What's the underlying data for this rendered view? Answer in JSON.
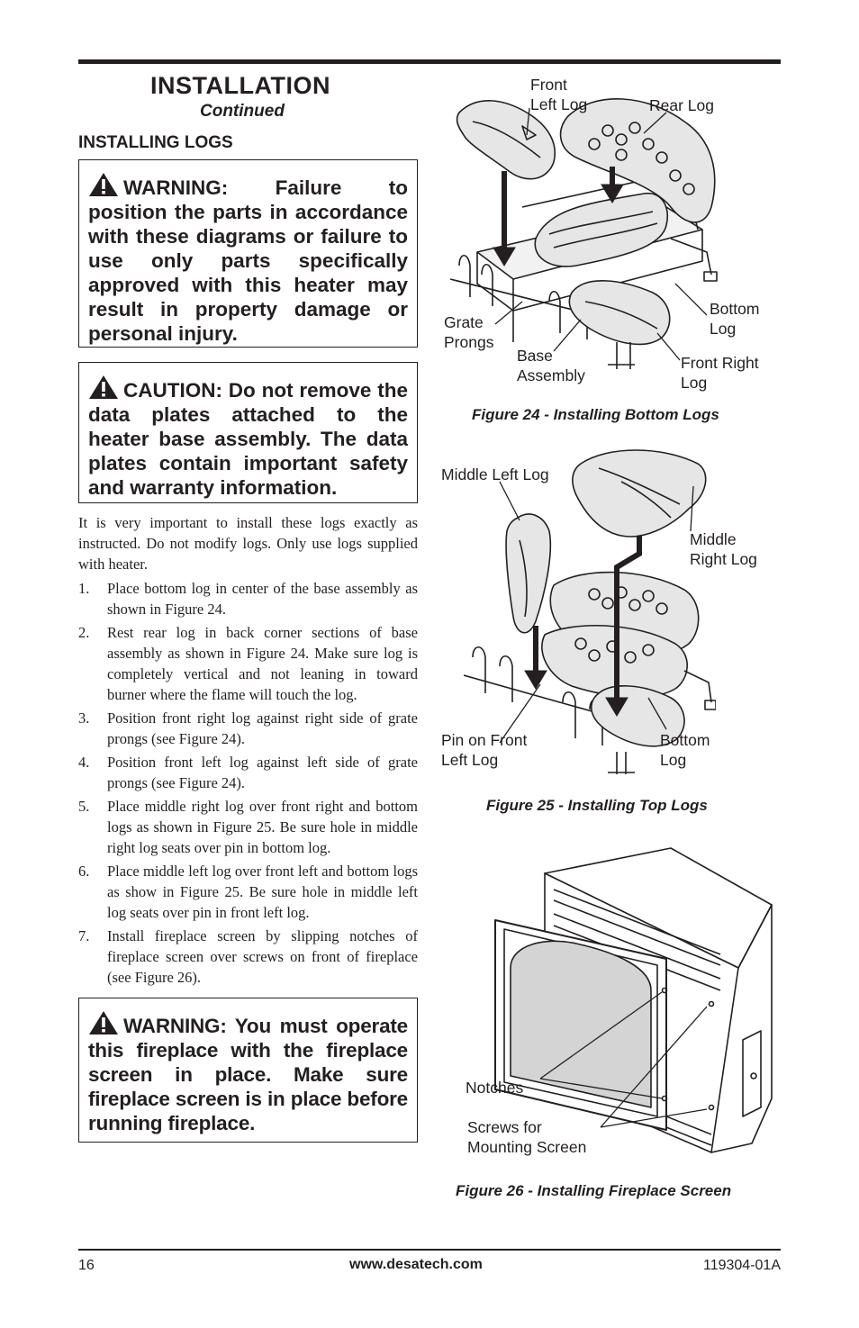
{
  "header": {
    "section_title": "INSTALLATION",
    "section_subtitle": "Continued",
    "subheading": "INSTALLING LOGS"
  },
  "warning_1": {
    "icon": "warning-triangle-icon",
    "text": "WARNING: Failure to position the parts in accordance with these diagrams or failure to use only parts specifically approved with this heater may result in property damage or personal injury."
  },
  "caution_1": {
    "icon": "warning-triangle-icon",
    "text": "CAUTION: Do not remove the data plates attached to the heater base assembly. The data plates contain important safety and warranty information."
  },
  "intro": "It is very important to install these logs exactly as instructed. Do not modify logs. Only use logs supplied with heater.",
  "steps": [
    {
      "num": "1.",
      "text": "Place bottom log in center of the base assembly as shown in Figure 24."
    },
    {
      "num": "2.",
      "text": "Rest rear log in back corner sections of base assembly as shown in Figure 24. Make sure log is completely vertical and not leaning in toward burner where the flame will touch the log."
    },
    {
      "num": "3.",
      "text": "Position front right log against right side of grate prongs (see Figure 24)."
    },
    {
      "num": "4.",
      "text": "Position front left log against left side of grate prongs (see Figure 24)."
    },
    {
      "num": "5.",
      "text": "Place middle right log over front right and bottom logs as shown in Figure 25. Be sure hole in middle right log seats over pin in bottom log."
    },
    {
      "num": "6.",
      "text": "Place middle left log over front left and bottom logs as show in Figure 25. Be sure hole in middle left log seats over pin in front left log."
    },
    {
      "num": "7.",
      "text": "Install fireplace screen by slipping notches of fireplace screen over screws on front of fireplace (see Figure 26)."
    }
  ],
  "warning_2": {
    "icon": "warning-triangle-icon",
    "text": "WARNING: You must operate this fireplace with the fireplace screen in place. Make sure fireplace screen is in place before running fireplace."
  },
  "figure_24": {
    "caption": "Figure 24 - Installing Bottom Logs",
    "labels": {
      "front_left_log": "Front\nLeft Log",
      "rear_log": "Rear Log",
      "grate_prongs": "Grate\nProngs",
      "base_assembly": "Base\nAssembly",
      "bottom_log": "Bottom\nLog",
      "front_right_log": "Front Right\nLog"
    }
  },
  "figure_25": {
    "caption": "Figure 25 - Installing Top Logs",
    "labels": {
      "middle_left_log": "Middle Left Log",
      "middle_right_log": "Middle\nRight Log",
      "pin_on_front_left_log": "Pin on Front\nLeft Log",
      "bottom_log": "Bottom\nLog"
    }
  },
  "figure_26": {
    "caption": "Figure 26 - Installing Fireplace Screen",
    "labels": {
      "notches": "Notches",
      "screws": "Screws for\nMounting Screen"
    }
  },
  "footer": {
    "page_number": "16",
    "url": "www.desatech.com",
    "doc_code": "119304-01A"
  }
}
